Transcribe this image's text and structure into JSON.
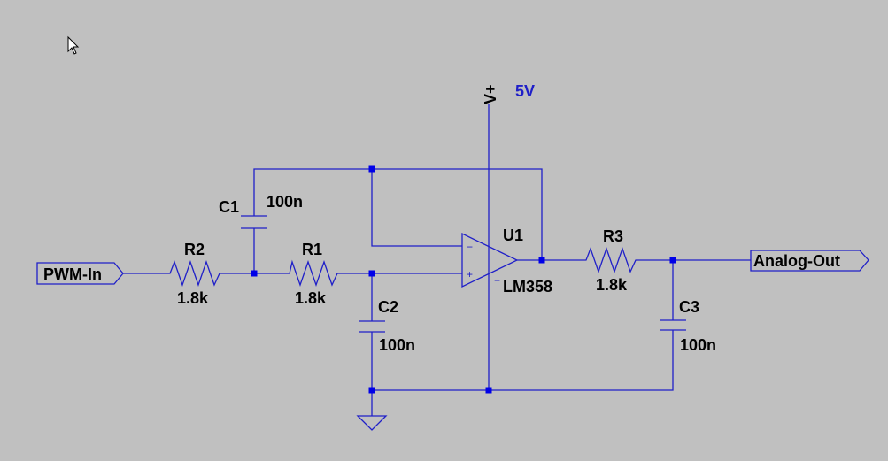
{
  "schematic": {
    "components": {
      "r2": {
        "name": "R2",
        "value": "1.8k"
      },
      "r1": {
        "name": "R1",
        "value": "1.8k"
      },
      "r3": {
        "name": "R3",
        "value": "1.8k"
      },
      "c1": {
        "name": "C1",
        "value": "100n"
      },
      "c2": {
        "name": "C2",
        "value": "100n"
      },
      "c3": {
        "name": "C3",
        "value": "100n"
      },
      "u1": {
        "name": "U1",
        "part": "LM358",
        "pin_minus": "−",
        "pin_plus": "+",
        "pin_supply": "−"
      }
    },
    "supply": {
      "net": "V+",
      "value": "5V"
    },
    "ports": {
      "input": "PWM-In",
      "output": "Analog-Out"
    },
    "colors": {
      "background": "#c0c0c0",
      "wire": "#1f1fc8",
      "node": "#0000e8",
      "text": "#000000"
    }
  }
}
